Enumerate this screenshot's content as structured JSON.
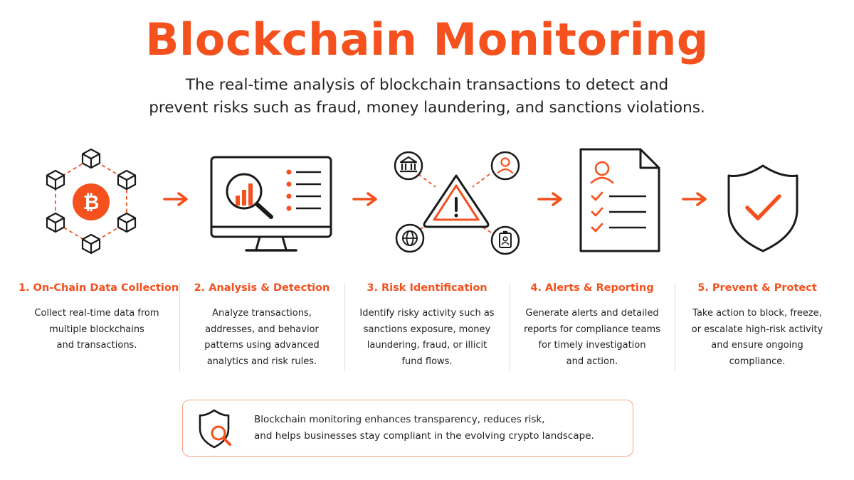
{
  "header": {
    "title": "Blockchain Monitoring",
    "subtitle": "The real-time analysis of blockchain transactions to detect and\nprevent risks such as fraud, money laundering, and sanctions violations."
  },
  "icons": {
    "step1": "bitcoin-network-icon",
    "step2": "monitor-analytics-icon",
    "step3": "risk-warning-network-icon",
    "step4": "report-checklist-icon",
    "step5": "shield-check-icon",
    "arrow": "arrow-right-icon",
    "footer": "shield-search-icon"
  },
  "colors": {
    "accent": "#f4511e",
    "ink": "#1a1a1a",
    "divider": "#dcdcdc",
    "footer_border": "#f6a585"
  },
  "steps": [
    {
      "title": "1. On-Chain Data Collection",
      "description": "Collect real-time data from\nmultiple blockchains\nand transactions."
    },
    {
      "title": "2. Analysis & Detection",
      "description": "Analyze transactions,\naddresses, and behavior\npatterns using advanced\nanalytics and risk rules."
    },
    {
      "title": "3. Risk Identification",
      "description": "Identify risky activity such as\nsanctions exposure, money\nlaundering, fraud, or illicit\nfund flows."
    },
    {
      "title": "4. Alerts & Reporting",
      "description": "Generate alerts and detailed\nreports for compliance teams\nfor timely investigation\nand action."
    },
    {
      "title": "5. Prevent & Protect",
      "description": "Take action to block, freeze,\nor escalate high-risk activity\nand ensure ongoing\ncompliance."
    }
  ],
  "footer": {
    "text": "Blockchain monitoring enhances transparency, reduces risk,\nand helps businesses stay compliant in the evolving crypto landscape."
  }
}
